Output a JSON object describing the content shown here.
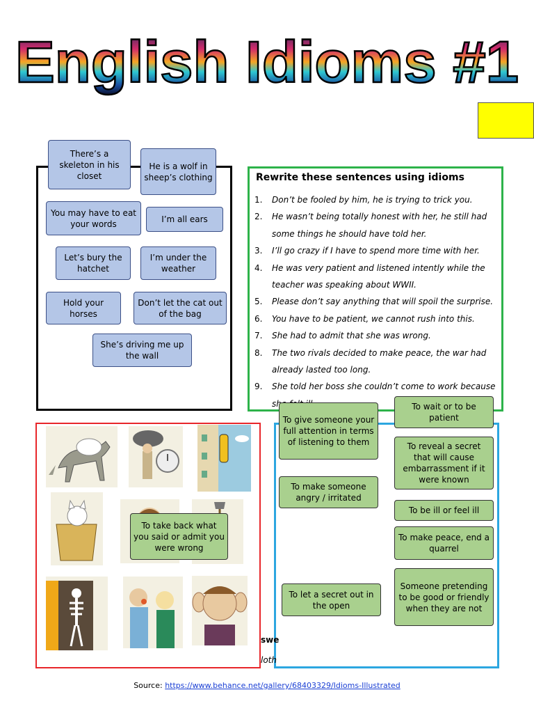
{
  "title": "English Idioms #1",
  "idioms": [
    "There’s a skeleton in his closet",
    "He is a wolf in sheep’s clothing",
    "You may have to eat your words",
    "I’m all ears",
    "Let’s bury the hatchet",
    "I’m under the weather",
    "Hold your horses",
    "Don’t let the cat out of the bag",
    "She’s driving me up the wall"
  ],
  "rewrite": {
    "heading": "Rewrite these sentences using idioms",
    "items": [
      {
        "num": "1.",
        "text": "Don’t be fooled by him, he is trying to trick you."
      },
      {
        "num": "2.",
        "text": "He wasn’t being totally honest with her, he still had some things he should have told her."
      },
      {
        "num": "3.",
        "text": "I’ll go crazy if I have to spend more time with her."
      },
      {
        "num": "4.",
        "text": "He was very patient and listened intently while the teacher was speaking about WWII."
      },
      {
        "num": "5.",
        "text": "Please don’t say anything that will spoil the surprise."
      },
      {
        "num": "6.",
        "text": "You have to be patient, we cannot rush into this."
      },
      {
        "num": "7.",
        "text": "She had to admit that she was wrong."
      },
      {
        "num": "8.",
        "text": "The two rivals decided to make peace, the war had already lasted too long."
      },
      {
        "num": "9.",
        "text": "She told her boss she couldn’t come to work because she felt ill."
      }
    ]
  },
  "meanings": [
    "To give someone your full attention in terms of listening to them",
    "To wait or to be patient",
    "To reveal a secret that will cause embarrassment if it were known",
    "To make someone angry / irritated",
    "To be ill or feel ill",
    "To make peace, end a quarrel",
    "To take back what you said or admit you were wrong",
    "To let a secret out in the open",
    "Someone pretending to be good or friendly when they are not"
  ],
  "hidden_fragments": [
    "swe",
    "loth"
  ],
  "source": {
    "label": "Source:",
    "url": "https://www.behance.net/gallery/68403329/Idioms-Illustrated"
  },
  "colors": {
    "idiom_card": "#b4c6e7",
    "meaning_card": "#a9d08e",
    "frame_green": "#2db34a",
    "frame_red": "#e8262a",
    "frame_blue": "#2ca6e0",
    "highlight": "#ffff00"
  },
  "illustrations": [
    "wolf-in-sheep-illustration",
    "under-the-weather-illustration",
    "up-the-wall-illustration",
    "cat-in-bag-illustration",
    "person-illustration",
    "shovel-illustration",
    "skeleton-closet-illustration",
    "eating-words-illustration",
    "big-ears-illustration"
  ]
}
